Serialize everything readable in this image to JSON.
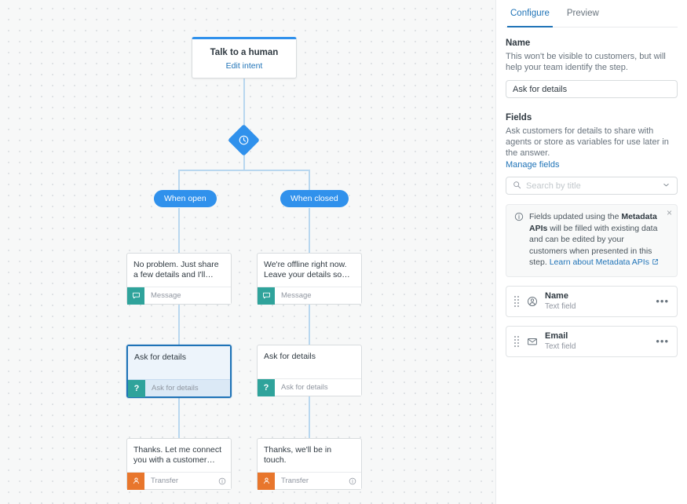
{
  "canvas": {
    "root_node": {
      "title": "Talk to a human",
      "link": "Edit intent"
    },
    "diamond_icon": "clock-icon",
    "branches": [
      {
        "label": "When open"
      },
      {
        "label": "When closed"
      }
    ],
    "cards": [
      {
        "text": "No problem. Just share a few details and I'll…",
        "type": "Message",
        "icon": "message-icon",
        "selected": false,
        "info": false
      },
      {
        "text": "We're offline right now. Leave your details so…",
        "type": "Message",
        "icon": "message-icon",
        "selected": false,
        "info": false
      },
      {
        "text": "Ask for details",
        "type": "Ask for details",
        "icon": "question-icon",
        "selected": true,
        "info": false
      },
      {
        "text": "Ask for details",
        "type": "Ask for details",
        "icon": "question-icon",
        "selected": false,
        "info": false
      },
      {
        "text": "Thanks. Let me connect you with a customer…",
        "type": "Transfer",
        "icon": "agent-icon",
        "selected": false,
        "info": true
      },
      {
        "text": "Thanks, we'll be in touch.",
        "type": "Transfer",
        "icon": "agent-icon",
        "selected": false,
        "info": true
      }
    ]
  },
  "panel": {
    "tabs": [
      {
        "label": "Configure",
        "active": true
      },
      {
        "label": "Preview",
        "active": false
      }
    ],
    "name_section": {
      "title": "Name",
      "description": "This won't be visible to customers, but will help your team identify the step.",
      "value": "Ask for details"
    },
    "fields_section": {
      "title": "Fields",
      "description": "Ask customers for details to share with agents or store as variables for use later in the answer.",
      "manage_link": "Manage fields",
      "search_placeholder": "Search by title"
    },
    "alert": {
      "icon": "info-icon",
      "text_1": "Fields updated using the ",
      "bold_1": "Metadata APIs",
      "text_2": " will be filled with existing data and can be edited by your customers when presented in this step. ",
      "link": "Learn about Metadata APIs",
      "close": "×"
    },
    "fields": [
      {
        "name": "Name",
        "type": "Text field",
        "icon": "user-circle-icon",
        "menu": "•••"
      },
      {
        "name": "Email",
        "type": "Text field",
        "icon": "envelope-icon",
        "menu": "•••"
      }
    ]
  },
  "colors": {
    "accent": "#1f73b7",
    "node_blue": "#3091ec",
    "teal": "#2fa39b",
    "orange": "#e8762c"
  }
}
